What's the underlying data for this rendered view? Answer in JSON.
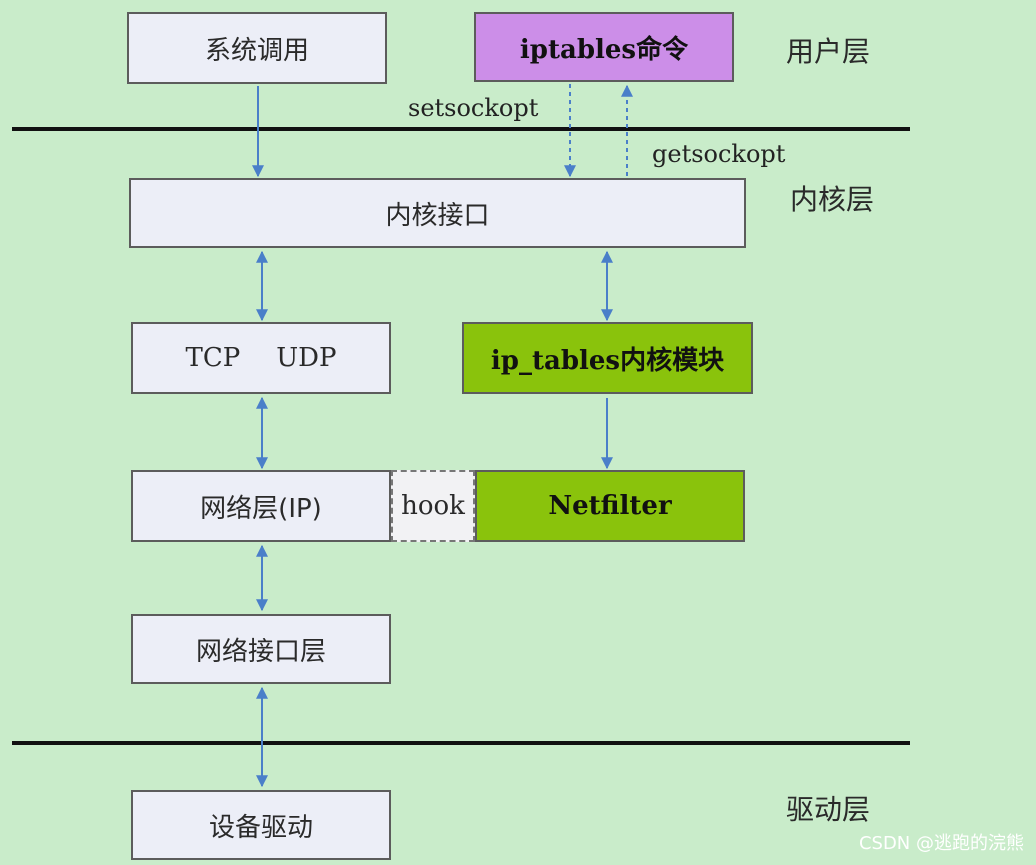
{
  "layers": {
    "user": "用户层",
    "kernel": "内核层",
    "driver": "驱动层"
  },
  "boxes": {
    "syscall": "系统调用",
    "iptables_cmd": "iptables命令",
    "kernel_interface": "内核接口",
    "tcp": "TCP",
    "udp": "UDP",
    "ip_tables_module": "ip_tables内核模块",
    "network_layer": "网络层(IP)",
    "hook": "hook",
    "netfilter": "Netfilter",
    "net_interface_layer": "网络接口层",
    "device_driver": "设备驱动"
  },
  "edges": {
    "setsockopt": "setsockopt",
    "getsockopt": "getsockopt"
  },
  "colors": {
    "background": "#c9ecca",
    "box_fill": "#eceef7",
    "iptables_fill": "#cc8ee8",
    "module_fill": "#8ac30c",
    "arrow": "#4a7fc9"
  },
  "watermark": "CSDN @逃跑的浣熊"
}
